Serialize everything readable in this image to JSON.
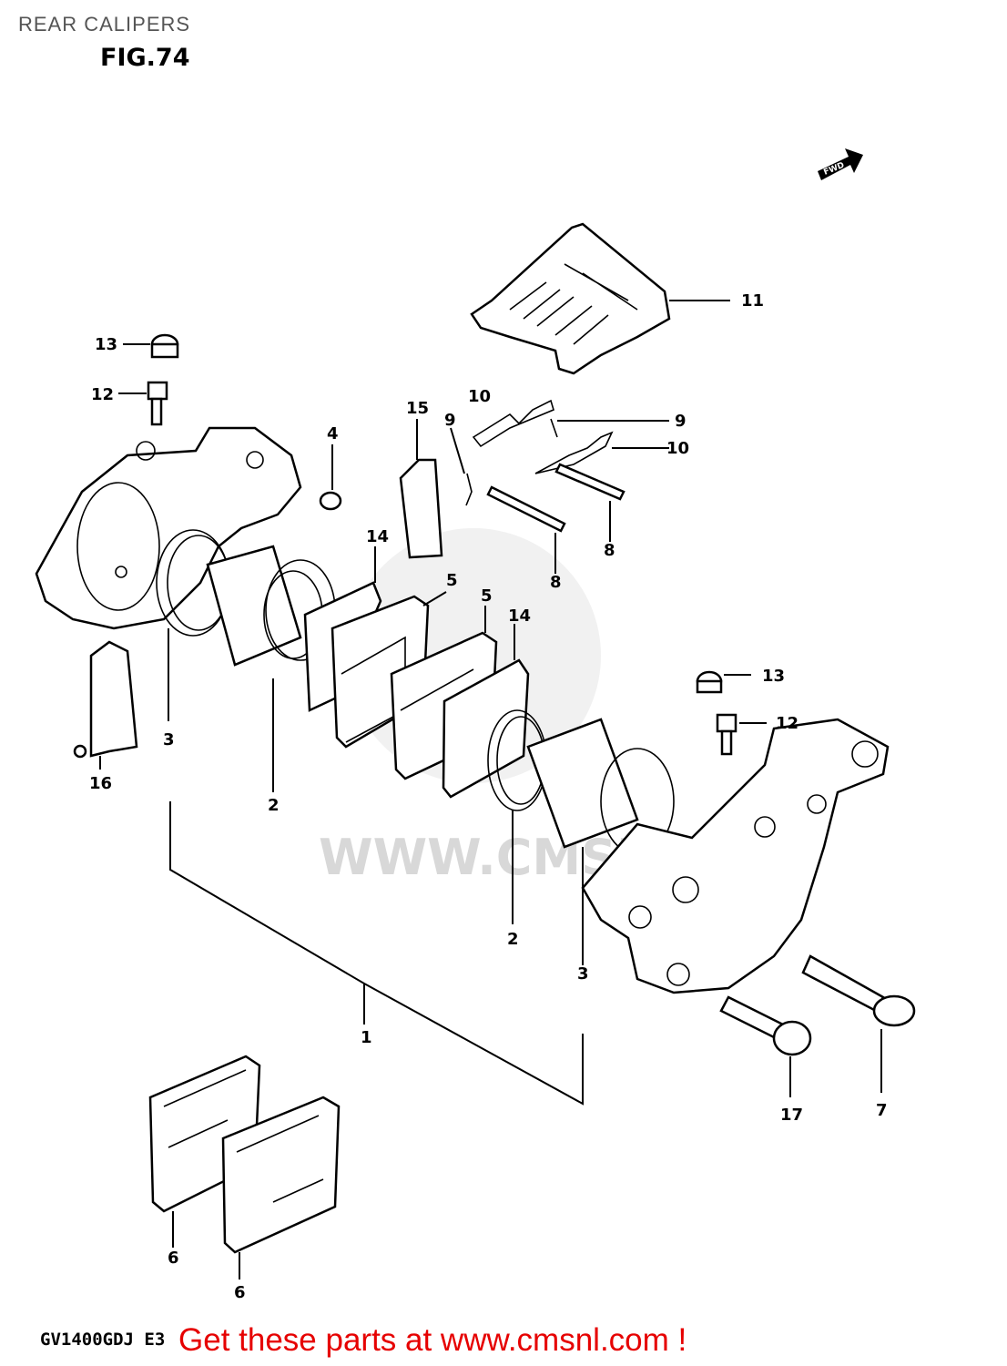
{
  "header": {
    "title": "REAR CALIPERS",
    "figure": "FIG.74"
  },
  "arrow": {
    "label": "FWD"
  },
  "watermark": {
    "text": "WWW.CMSNL.CO"
  },
  "callouts": {
    "c1": "1",
    "c2a": "2",
    "c2b": "2",
    "c3a": "3",
    "c3b": "3",
    "c4": "4",
    "c5a": "5",
    "c5b": "5",
    "c6a": "6",
    "c6b": "6",
    "c7": "7",
    "c8a": "8",
    "c8b": "8",
    "c9a": "9",
    "c9b": "9",
    "c10a": "10",
    "c10b": "10",
    "c11": "11",
    "c12a": "12",
    "c12b": "12",
    "c13a": "13",
    "c13b": "13",
    "c14a": "14",
    "c14b": "14",
    "c15": "15",
    "c16": "16",
    "c17": "17"
  },
  "footer": {
    "model": "GV1400GDJ E3",
    "promo": "Get these parts at www.cmsnl.com !"
  }
}
